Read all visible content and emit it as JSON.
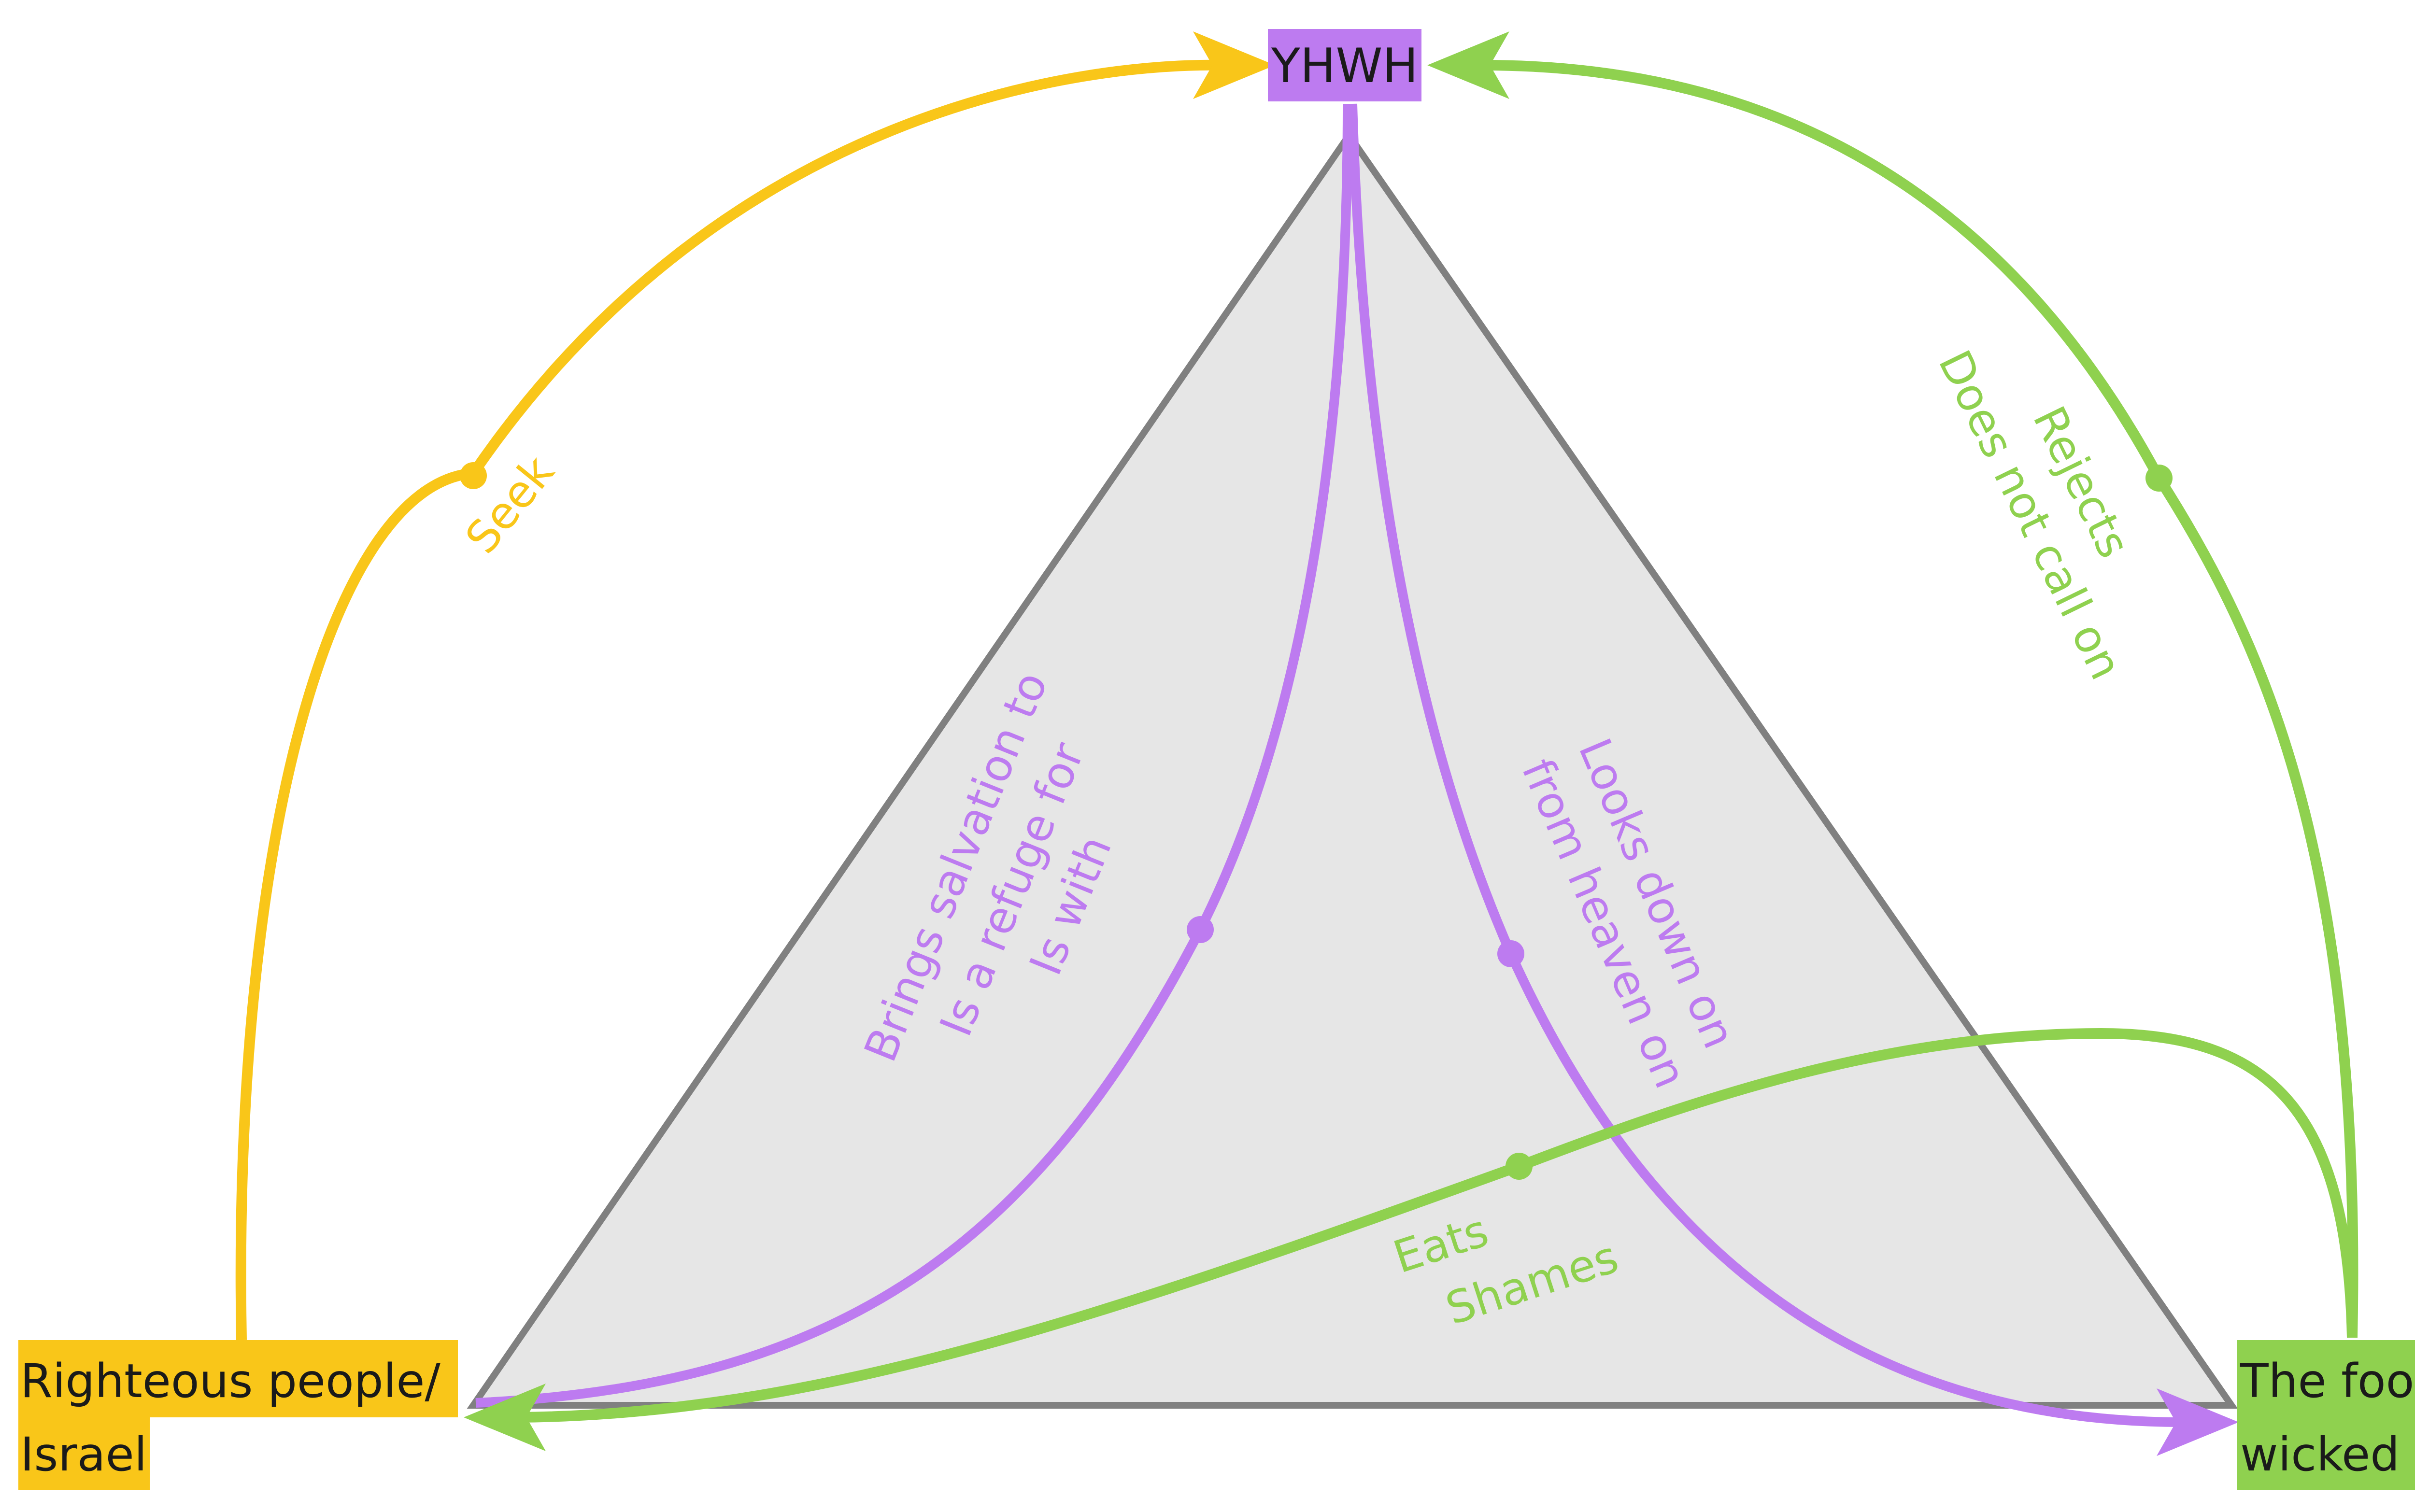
{
  "nodes": {
    "top": {
      "text": "YHWH",
      "color": "#bd7bf0"
    },
    "left": {
      "line1": "Righteous people/",
      "line2": "Israel",
      "color": "#f9c619"
    },
    "right": {
      "line1": "The fool/",
      "line2": "wicked",
      "color": "#8fd14f"
    }
  },
  "edges": {
    "seek": {
      "lines": [
        "Seek"
      ],
      "color": "#f9c619"
    },
    "rejects": {
      "lines": [
        "Rejects",
        "Does not call on"
      ],
      "color": "#8fd14f"
    },
    "brings": {
      "lines": [
        "Brings salvation to",
        "Is a refuge for",
        "Is with"
      ],
      "color": "#bd7bf0"
    },
    "looks": {
      "lines": [
        "Looks down on",
        "from heaven on"
      ],
      "color": "#bd7bf0"
    },
    "eats": {
      "lines": [
        "Eats",
        "Shames"
      ],
      "color": "#8fd14f"
    }
  },
  "colors": {
    "triangle_fill": "#e6e6e6",
    "triangle_stroke": "#808080",
    "node_text": "#1a1a1a"
  }
}
